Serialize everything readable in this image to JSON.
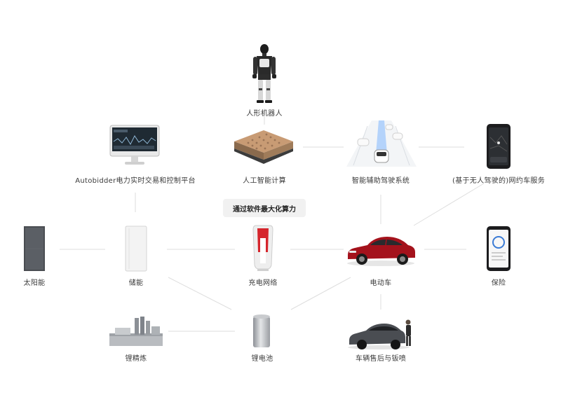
{
  "nodes": {
    "robot": "人形机器人",
    "autobidder": "Autobidder电力实时交易和控制平台",
    "ai_compute": "人工智能计算",
    "fsd": "智能辅助驾驶系统",
    "robotaxi": "(基于无人驾驶的)网约车服务",
    "solar": "太阳能",
    "storage": "储能",
    "charging": "充电网络",
    "ev": "电动车",
    "insurance": "保险",
    "refining": "锂精炼",
    "battery": "锂电池",
    "service": "车辆售后与钣喷"
  },
  "center_label": "通过软件最大化算力",
  "colors": {
    "edge": "#dcdcdc",
    "car_red": "#a4121c",
    "device_dark": "#1c1c1e"
  }
}
